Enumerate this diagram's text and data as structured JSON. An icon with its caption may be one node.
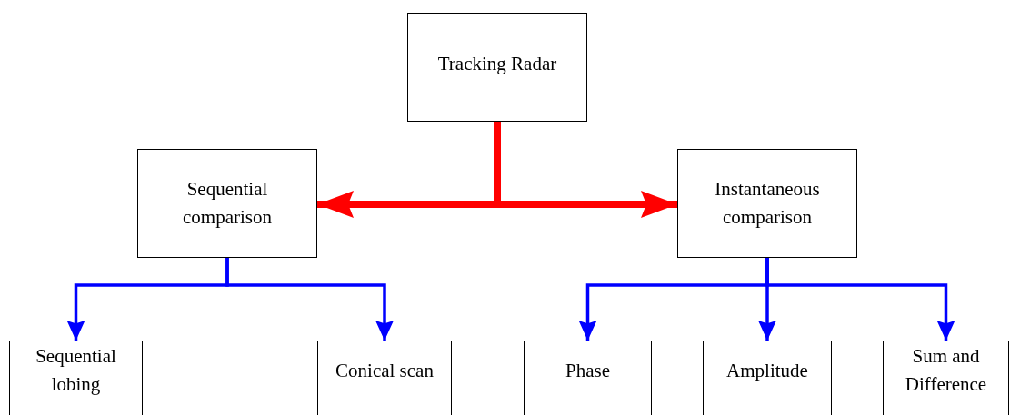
{
  "diagram": {
    "nodes": [
      {
        "text": [
          "Tracking Radar"
        ]
      },
      {
        "text": [
          "Sequential comparison"
        ]
      },
      {
        "text": [
          "Instantaneous comparison"
        ]
      },
      {
        "text": [
          "Sequential lobing"
        ]
      },
      {
        "text": [
          "Conical scan"
        ]
      },
      {
        "text": [
          "Phase"
        ]
      },
      {
        "text": [
          "Amplitude"
        ]
      },
      {
        "text": [
          "Sum and Difference"
        ]
      }
    ],
    "edges": [
      {
        "from": 0,
        "to": 1,
        "arrow": "to",
        "style": "thick",
        "color": "#ff0000"
      },
      {
        "from": 0,
        "to": 2,
        "arrow": "to",
        "style": "thick",
        "color": "#ff0000"
      },
      {
        "from": 1,
        "to": 3,
        "arrow": "to"
      },
      {
        "from": 1,
        "to": 4,
        "arrow": "to"
      },
      {
        "from": 2,
        "to": 5,
        "arrow": "to"
      },
      {
        "from": 2,
        "to": 6,
        "arrow": "to"
      },
      {
        "from": 2,
        "to": 7,
        "arrow": "to"
      }
    ]
  }
}
